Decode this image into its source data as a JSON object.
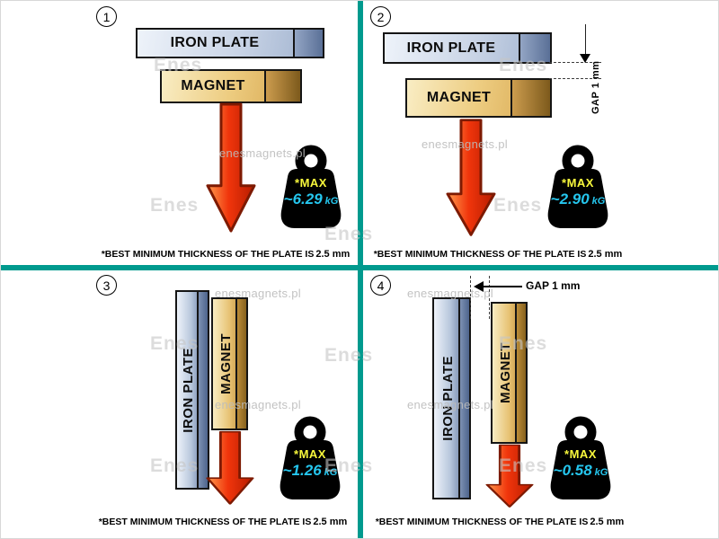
{
  "watermark": {
    "url": "enesmagnets.pl",
    "brand": "Enes"
  },
  "colors": {
    "divider": "#009a8e",
    "max-yellow": "#f8f83c",
    "value-cyan": "#25c6ee",
    "arrow-stroke": "#7d1a02"
  },
  "panels": [
    {
      "number": "1",
      "layout": "horizontal-contact",
      "plate_label": "IRON PLATE",
      "magnet_label": "MAGNET",
      "weight": {
        "max_label": "*MAX",
        "value": "~6.29",
        "unit": "kG"
      },
      "footnote": {
        "text": "*BEST MINIMUM THICKNESS OF THE PLATE IS",
        "bold": "2.5 mm"
      }
    },
    {
      "number": "2",
      "layout": "horizontal-gap",
      "plate_label": "IRON PLATE",
      "magnet_label": "MAGNET",
      "gap_label": "GAP 1 mm",
      "weight": {
        "max_label": "*MAX",
        "value": "~2.90",
        "unit": "kG"
      },
      "footnote": {
        "text": "*BEST MINIMUM THICKNESS OF THE PLATE IS",
        "bold": "2.5 mm"
      }
    },
    {
      "number": "3",
      "layout": "vertical-contact",
      "plate_label": "IRON PLATE",
      "magnet_label": "MAGNET",
      "weight": {
        "max_label": "*MAX",
        "value": "~1.26",
        "unit": "kG"
      },
      "footnote": {
        "text": "*BEST MINIMUM THICKNESS OF THE PLATE IS",
        "bold": "2.5 mm"
      }
    },
    {
      "number": "4",
      "layout": "vertical-gap",
      "plate_label": "IRON PLATE",
      "magnet_label": "MAGNET",
      "gap_label": "GAP 1 mm",
      "weight": {
        "max_label": "*MAX",
        "value": "~0.58",
        "unit": "kG"
      },
      "footnote": {
        "text": "*BEST MINIMUM THICKNESS OF THE PLATE IS",
        "bold": "2.5 mm"
      }
    }
  ]
}
